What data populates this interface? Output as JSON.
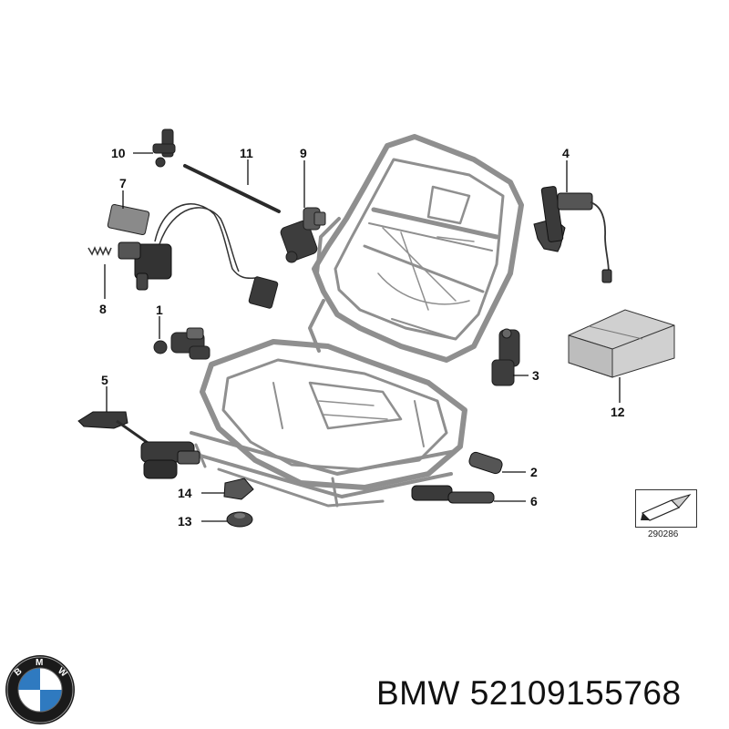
{
  "diagram": {
    "callouts": [
      {
        "id": "1",
        "label": "1"
      },
      {
        "id": "2",
        "label": "2"
      },
      {
        "id": "3",
        "label": "3"
      },
      {
        "id": "4",
        "label": "4"
      },
      {
        "id": "5",
        "label": "5"
      },
      {
        "id": "6",
        "label": "6"
      },
      {
        "id": "7",
        "label": "7"
      },
      {
        "id": "8",
        "label": "8"
      },
      {
        "id": "9",
        "label": "9"
      },
      {
        "id": "10",
        "label": "10"
      },
      {
        "id": "11",
        "label": "11"
      },
      {
        "id": "12",
        "label": "12"
      },
      {
        "id": "13",
        "label": "13"
      },
      {
        "id": "14",
        "label": "14"
      }
    ],
    "reference_number": "290286"
  },
  "brand": {
    "logo_text": "BMW",
    "caption": "BMW 52109155768"
  },
  "colors": {
    "frame": "#8f8f8f",
    "parts": "#2a2a2a",
    "box": "#cfcfcf"
  }
}
